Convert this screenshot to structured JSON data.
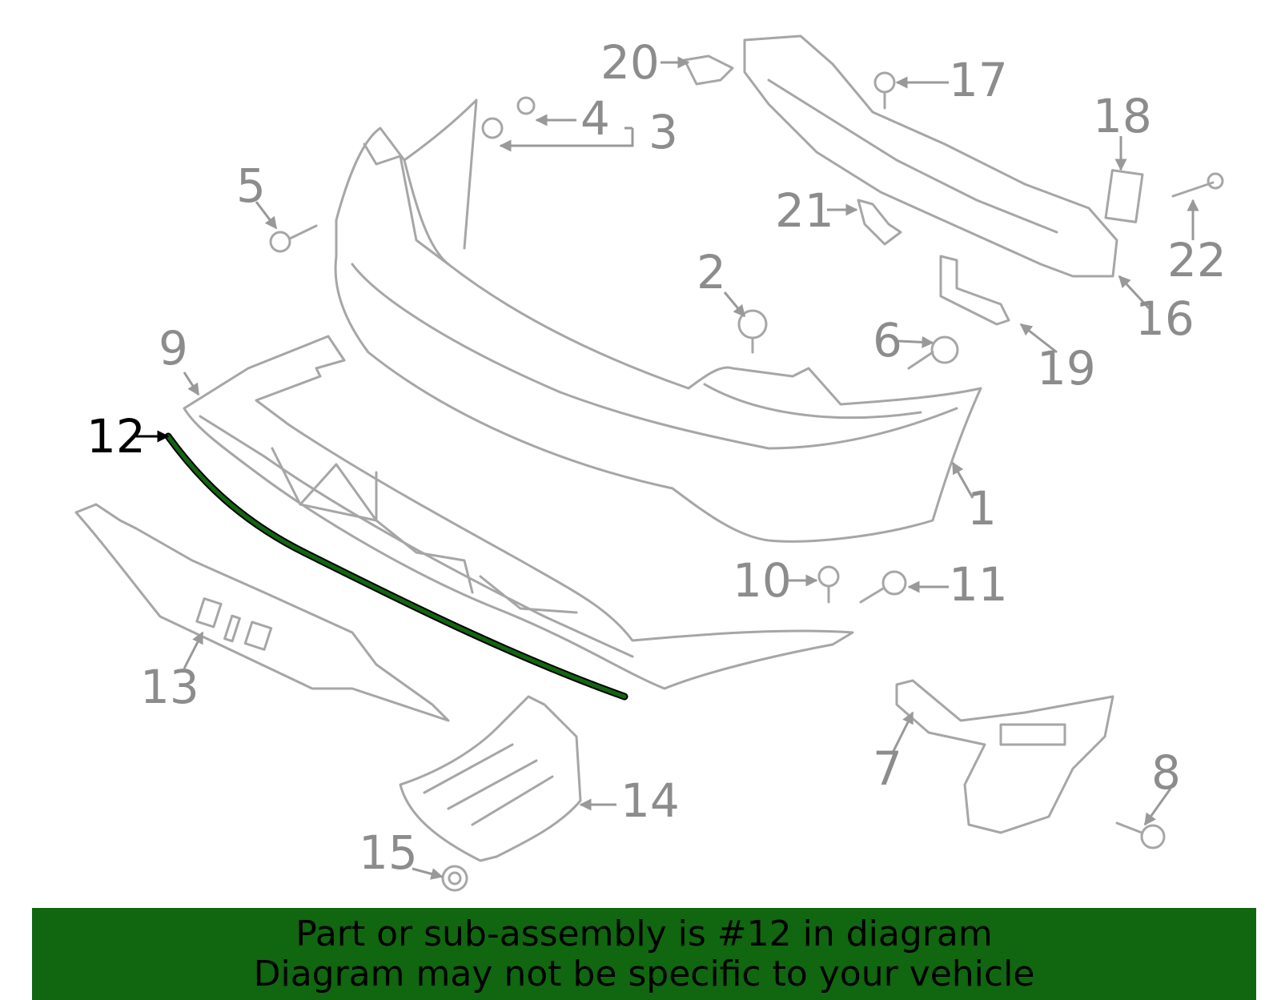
{
  "diagram": {
    "callouts": [
      "1",
      "2",
      "3",
      "4",
      "5",
      "6",
      "7",
      "8",
      "9",
      "10",
      "11",
      "12",
      "13",
      "14",
      "15",
      "16",
      "17",
      "18",
      "19",
      "20",
      "21",
      "22"
    ],
    "highlighted_callout": "12",
    "highlight_color": "#116610"
  },
  "banner": {
    "line1": "Part or sub-assembly is #12 in diagram",
    "line2": "Diagram may not be specific to your vehicle",
    "background": "#116610"
  }
}
